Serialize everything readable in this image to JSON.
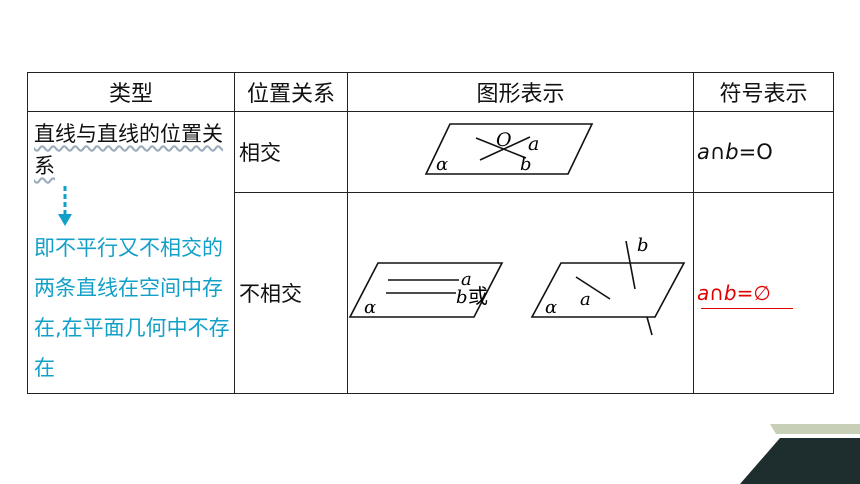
{
  "table": {
    "headers": [
      "类型",
      "位置关系",
      "图形表示",
      "符号表示"
    ],
    "type_title": "直线与直线的位置关系",
    "type_note": "即不平行又不相交的两条直线在空间中存在,在平面几何中不存在",
    "rows": [
      {
        "position": "相交",
        "figure_labels": {
          "alpha": "α",
          "a": "a",
          "b": "b",
          "point": "O"
        },
        "symbol_a": "a",
        "symbol_cap": "∩",
        "symbol_b": "b",
        "symbol_rest": "=O"
      },
      {
        "position": "不相交",
        "figure_labels": {
          "alpha": "α",
          "a": "a",
          "b": "b",
          "or": "或"
        },
        "figure2_labels": {
          "alpha": "α",
          "a": "a",
          "b": "b"
        },
        "symbol_a": "a",
        "symbol_cap": "∩",
        "symbol_b": "b",
        "symbol_rest": "=∅"
      }
    ]
  },
  "colors": {
    "note": "#12a0c8",
    "answer": "#e00000",
    "corner_dark": "#1e2d2e",
    "corner_light": "#c7cfb7"
  }
}
